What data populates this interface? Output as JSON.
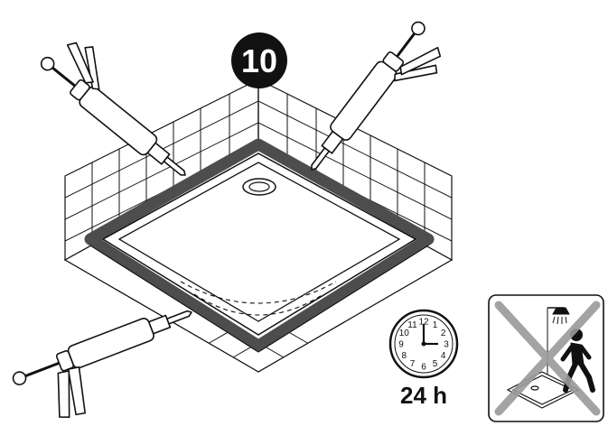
{
  "step": {
    "number": "10"
  },
  "clock": {
    "numerals": [
      "12",
      "1",
      "2",
      "3",
      "4",
      "5",
      "6",
      "7",
      "8",
      "9",
      "10",
      "11"
    ],
    "duration_label": "24 h"
  },
  "icons": {
    "caulking_guns": "caulking-gun-icon",
    "shower_tray": "shower-tray-icon",
    "clock": "clock-icon",
    "no_use_warning": "no-shower-use-icon"
  },
  "colors": {
    "line": "#111111",
    "sealant_band": "#4d4d4d",
    "prohibition_cross": "#9a9a9a",
    "tile_fill": "#ffffff",
    "badge": "#111111"
  }
}
